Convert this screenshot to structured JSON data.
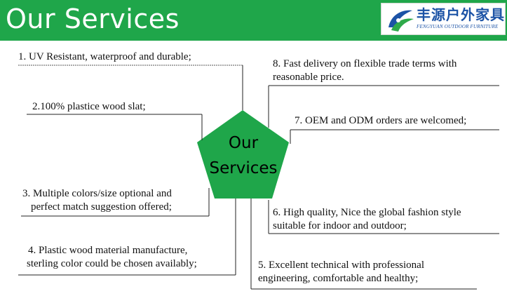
{
  "header": {
    "title": "Our Services",
    "logo_cn": "丰源户外家具",
    "logo_en": "FENGYUAN OUTDOOR FURNITURE"
  },
  "center": {
    "line1": "Our",
    "line2": "Services"
  },
  "services": [
    {
      "line1": "1. UV Resistant, waterproof and durable;"
    },
    {
      "line1": "2.100% plastice wood slat;"
    },
    {
      "line1": "3. Multiple colors/size optional and",
      "line2": "perfect match suggestion offered;"
    },
    {
      "line1": "4. Plastic wood material manufacture,",
      "line2": "sterling color could be  chosen availably;"
    },
    {
      "line1": "5. Excellent technical with professional",
      "line2": "engineering, comfortable and healthy;"
    },
    {
      "line1": "6. High quality, Nice the global fashion style",
      "line2": "suitable for indoor and outdoor;"
    },
    {
      "line1": "7. OEM and ODM orders are welcomed;"
    },
    {
      "line1": "8. Fast delivery on flexible trade terms with",
      "line2": "reasonable price."
    }
  ],
  "colors": {
    "green": "#1fa64a",
    "logo_blue": "#1c53a6",
    "line": "#222222"
  }
}
